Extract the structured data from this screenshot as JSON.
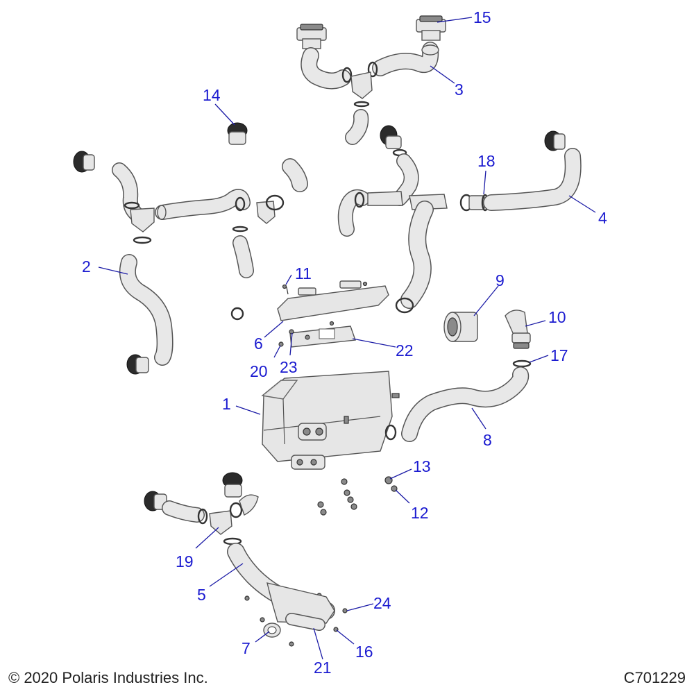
{
  "footer": {
    "copyright": "© 2020 Polaris Industries Inc.",
    "drawing_number": "C701229"
  },
  "callouts": {
    "c1": "1",
    "c2": "2",
    "c3": "3",
    "c4": "4",
    "c5": "5",
    "c6": "6",
    "c7": "7",
    "c8": "8",
    "c9": "9",
    "c10": "10",
    "c11": "11",
    "c12": "12",
    "c13": "13",
    "c14": "14",
    "c15": "15",
    "c16": "16",
    "c17": "17",
    "c18": "18",
    "c19": "19",
    "c20": "20",
    "c21": "21",
    "c22": "22",
    "c23": "23",
    "c24": "24"
  },
  "colors": {
    "callout": "#1a1ad0",
    "part_fill": "#e6e6e6",
    "part_outline": "#555555"
  }
}
